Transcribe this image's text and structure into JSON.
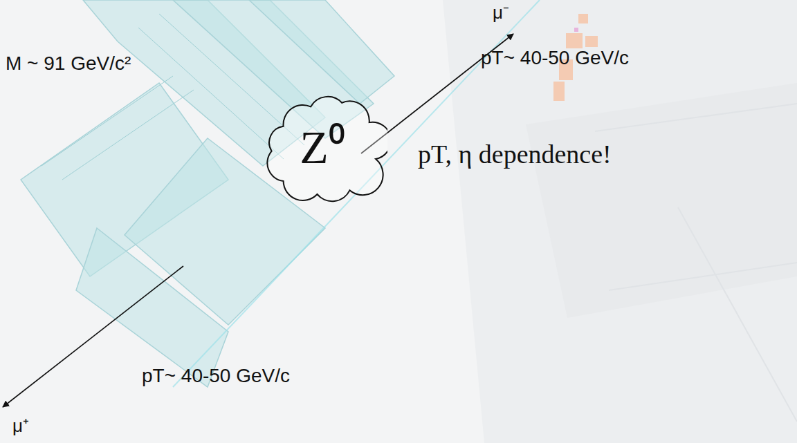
{
  "diagram": {
    "nodes": [
      {
        "text": [
          "Z⁰"
        ]
      }
    ],
    "labels": [
      "μ⁻",
      "M ~ 91 GeV/c²",
      "pT~ 40-50 GeV/c",
      "pT, η dependence!",
      "pT~ 40-50 GeV/c",
      "μ⁺"
    ]
  }
}
